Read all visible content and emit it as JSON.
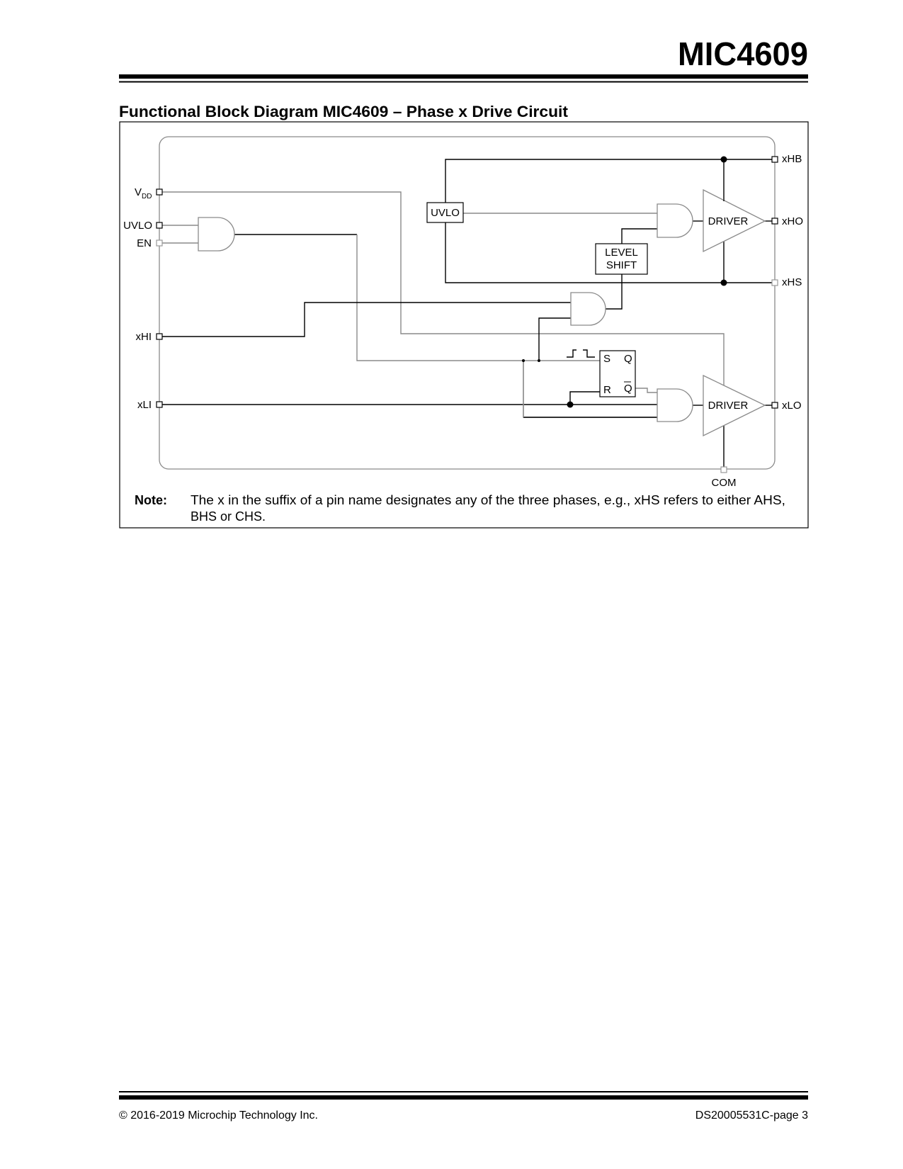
{
  "header": {
    "part_number": "MIC4609"
  },
  "section_title": "Functional Block Diagram MIC4609 – Phase x Drive Circuit",
  "diagram": {
    "left_pins": {
      "vdd_main": "V",
      "vdd_sub": "DD",
      "uvlo": "UVLO",
      "en": "EN",
      "xhi": "xHI",
      "xli": "xLI"
    },
    "right_pins": {
      "xhb": "xHB",
      "xho": "xHO",
      "xhs": "xHS",
      "xlo": "xLO"
    },
    "bottom_pin": "COM",
    "blocks": {
      "uvlo": "UVLO",
      "level_shift_1": "LEVEL",
      "level_shift_2": "SHIFT",
      "driver_high": "DRIVER",
      "driver_low": "DRIVER"
    },
    "flipflop": {
      "s": "S",
      "r": "R",
      "q": "Q",
      "qbar": "Q"
    }
  },
  "note": {
    "label": "Note:",
    "line1": "The x in the suffix of a pin name designates any of the three phases, e.g., xHS refers to either AHS,",
    "line2": "BHS or CHS."
  },
  "footer": {
    "copyright": "© 2016-2019 Microchip Technology Inc.",
    "page_ref": "DS20005531C-page 3"
  }
}
